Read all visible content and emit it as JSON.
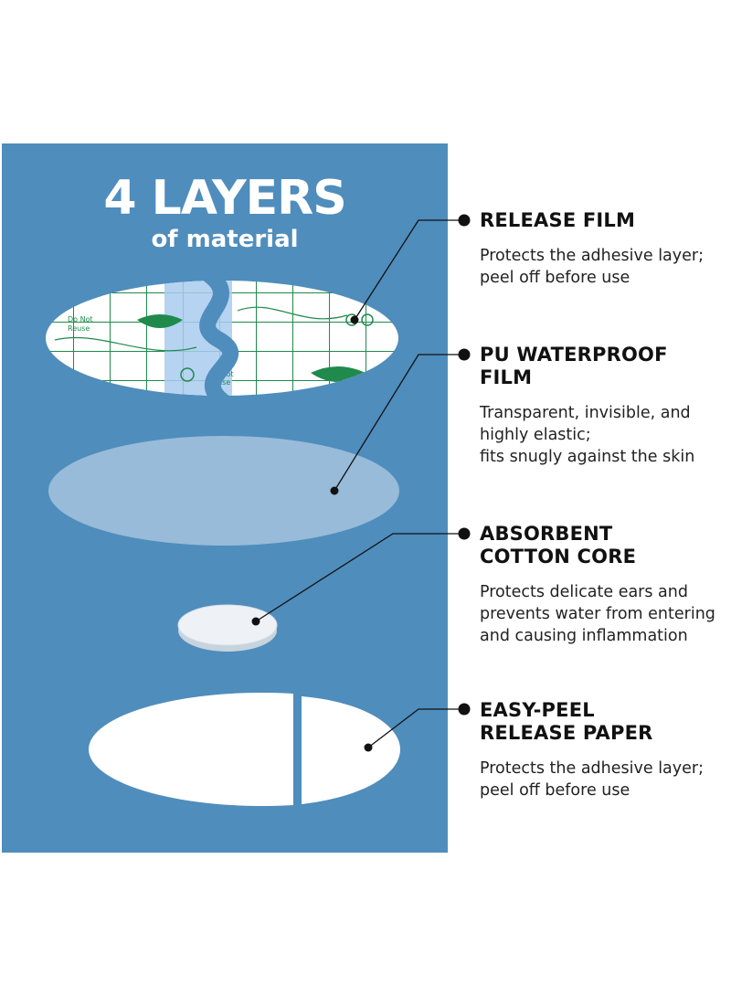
{
  "header": {
    "title": "4 LAYERS",
    "subtitle": "of material"
  },
  "patch": {
    "print_text_line1": "Do Not",
    "print_text_line2": "Reuse"
  },
  "layers": [
    {
      "title_lines": [
        "RELEASE FILM"
      ],
      "desc_lines": [
        "Protects the adhesive layer;",
        "peel off before use"
      ]
    },
    {
      "title_lines": [
        "PU WATERPROOF",
        "FILM"
      ],
      "desc_lines": [
        "Transparent, invisible, and",
        "highly elastic;",
        "fits snugly against the skin"
      ]
    },
    {
      "title_lines": [
        "ABSORBENT",
        "COTTON CORE"
      ],
      "desc_lines": [
        "Protects delicate ears and",
        "prevents water from entering",
        "and causing inflammation"
      ]
    },
    {
      "title_lines": [
        "EASY-PEEL",
        "RELEASE PAPER"
      ],
      "desc_lines": [
        "Protects the adhesive layer;",
        "peel off before use"
      ]
    }
  ],
  "colors": {
    "panel": "#4f8dbc",
    "grid": "#1f8a4c",
    "film": "#9fc0dc",
    "text": "#111111"
  }
}
